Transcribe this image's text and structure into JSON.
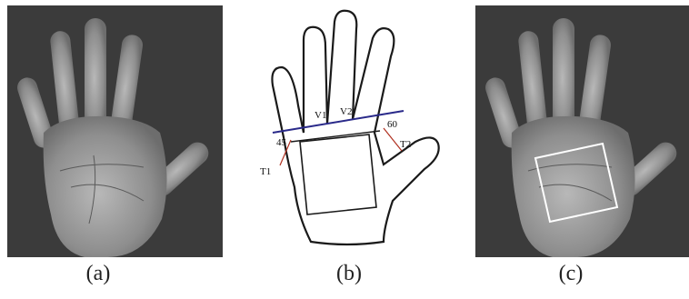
{
  "captions": {
    "a": "(a)",
    "b": "(b)",
    "c": "(c)"
  },
  "diagram_labels": {
    "v1": "V1",
    "v2": "V2",
    "angle_left": "45",
    "angle_right": "60",
    "t1": "T1",
    "t2": "T2"
  },
  "colors": {
    "background": "#ffffff",
    "photo_bg": "#3b3b3b",
    "palm_fill": "#9a9a9a",
    "outline": "#1a1a1a",
    "baseline_blue": "#2a2a8a",
    "guide_red": "#b03020",
    "roi_box": "#ffffff"
  }
}
